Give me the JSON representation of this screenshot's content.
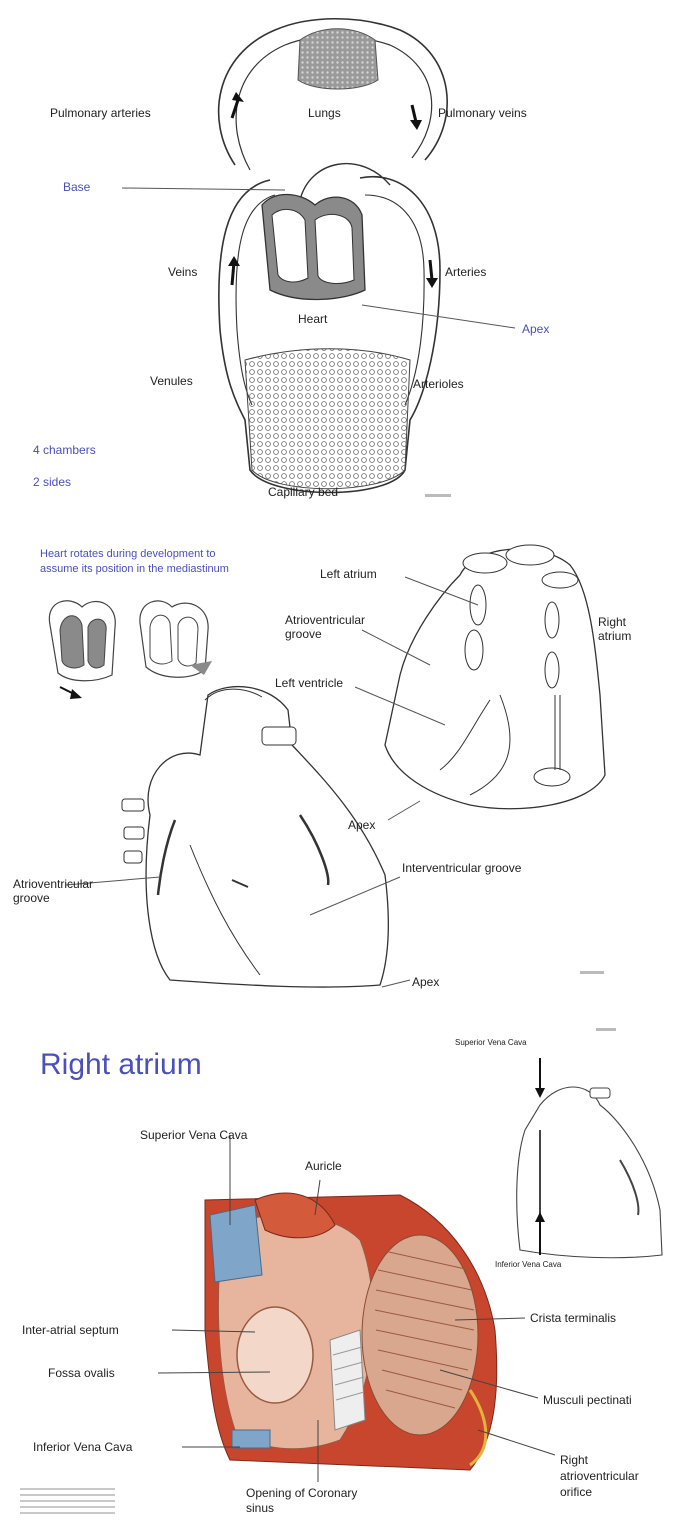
{
  "panel1": {
    "labels": {
      "pulmonary_arteries": "Pulmonary arteries",
      "lungs": "Lungs",
      "pulmonary_veins": "Pulmonary veins",
      "base": "Base",
      "veins": "Veins",
      "arteries": "Arteries",
      "heart": "Heart",
      "apex": "Apex",
      "venules": "Venules",
      "arterioles": "Arterioles",
      "capillary_bed": "Capillary bed",
      "chambers": "4 chambers",
      "sides": "2 sides"
    }
  },
  "panel2": {
    "note": "Heart rotates during development to assume its position in the mediastinum",
    "labels": {
      "left_atrium": "Left atrium",
      "av_groove_top": "Atrioventricular groove",
      "right_atrium": "Right atrium",
      "left_ventricle": "Left ventricle",
      "apex_top": "Apex",
      "av_groove_left": "Atrioventricular groove",
      "interventricular_groove": "Interventricular groove",
      "apex_bottom": "Apex"
    }
  },
  "panel3": {
    "title": "Right atrium",
    "labels": {
      "svc_main": "Superior Vena Cava",
      "auricle": "Auricle",
      "interatrial_septum": "Inter-atrial septum",
      "crista_terminalis": "Crista terminalis",
      "fossa_ovalis": "Fossa ovalis",
      "musculi_pectinati": "Musculi pectinati",
      "ivc_main": "Inferior Vena Cava",
      "right_av_orifice": "Right atrioventricular orifice",
      "coronary_sinus": "Opening of Coronary sinus",
      "svc_inset": "Superior Vena Cava",
      "ivc_inset": "Inferior Vena Cava"
    }
  },
  "colors": {
    "blue_text": "#4b4fb8",
    "heart_gray": "#8a8a8a",
    "muscle_red": "#c8452e",
    "muscle_pink": "#e7b59e"
  }
}
